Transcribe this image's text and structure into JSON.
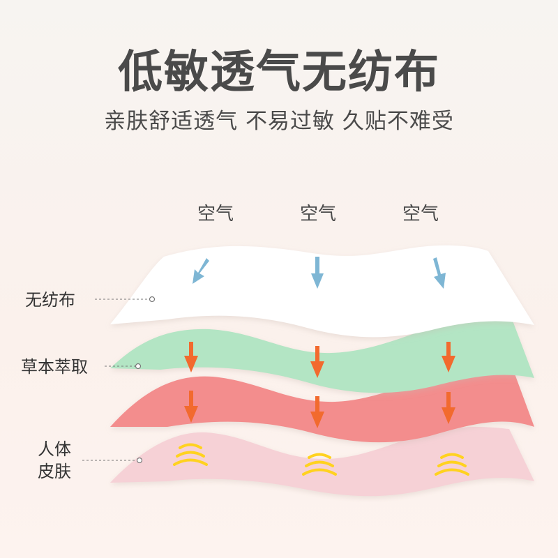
{
  "title": "低敏透气无纺布",
  "subtitle": "亲肤舒适透气 不易过敏 久贴不难受",
  "air_labels": [
    "空气",
    "空气",
    "空气"
  ],
  "layer_labels": {
    "nonwoven": "无纺布",
    "herbal": "草本萃取",
    "skin_line1": "人体",
    "skin_line2": "皮肤"
  },
  "colors": {
    "nonwoven": "#ffffff",
    "herbal": "#b3e5c4",
    "middle": "#f38d8d",
    "skin": "#f6d1d6",
    "air_arrow": "#7eb6d4",
    "orange_arrow": "#f26a2e",
    "heat_wave": "#ffd21f"
  }
}
